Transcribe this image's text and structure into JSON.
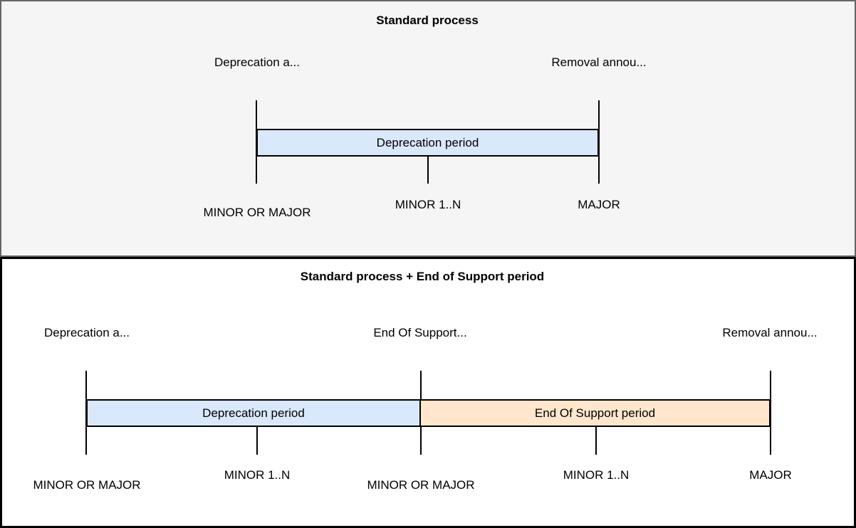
{
  "colors": {
    "panel1_bg": "#f5f5f5",
    "panel1_border": "#666666",
    "panel2_bg": "#ffffff",
    "panel2_border": "#000000",
    "line": "#000000",
    "deprecation_fill": "#dae8fc",
    "eos_fill": "#ffe6cc"
  },
  "diagrams": [
    {
      "title": "Standard process",
      "event_labels": [
        "Deprecation a...",
        "Removal annou..."
      ],
      "periods": [
        {
          "label": "Deprecation period",
          "fill": "#dae8fc"
        }
      ],
      "milestone_labels": [
        "MINOR OR MAJOR",
        "MINOR 1..N",
        "MAJOR"
      ]
    },
    {
      "title": "Standard process + End of Support period",
      "event_labels": [
        "Deprecation a...",
        "End Of Support...",
        "Removal annou..."
      ],
      "periods": [
        {
          "label": "Deprecation period",
          "fill": "#dae8fc"
        },
        {
          "label": "End Of Support period",
          "fill": "#ffe6cc"
        }
      ],
      "milestone_labels": [
        "MINOR OR MAJOR",
        "MINOR 1..N",
        "MINOR OR MAJOR",
        "MINOR 1..N",
        "MAJOR"
      ]
    }
  ]
}
